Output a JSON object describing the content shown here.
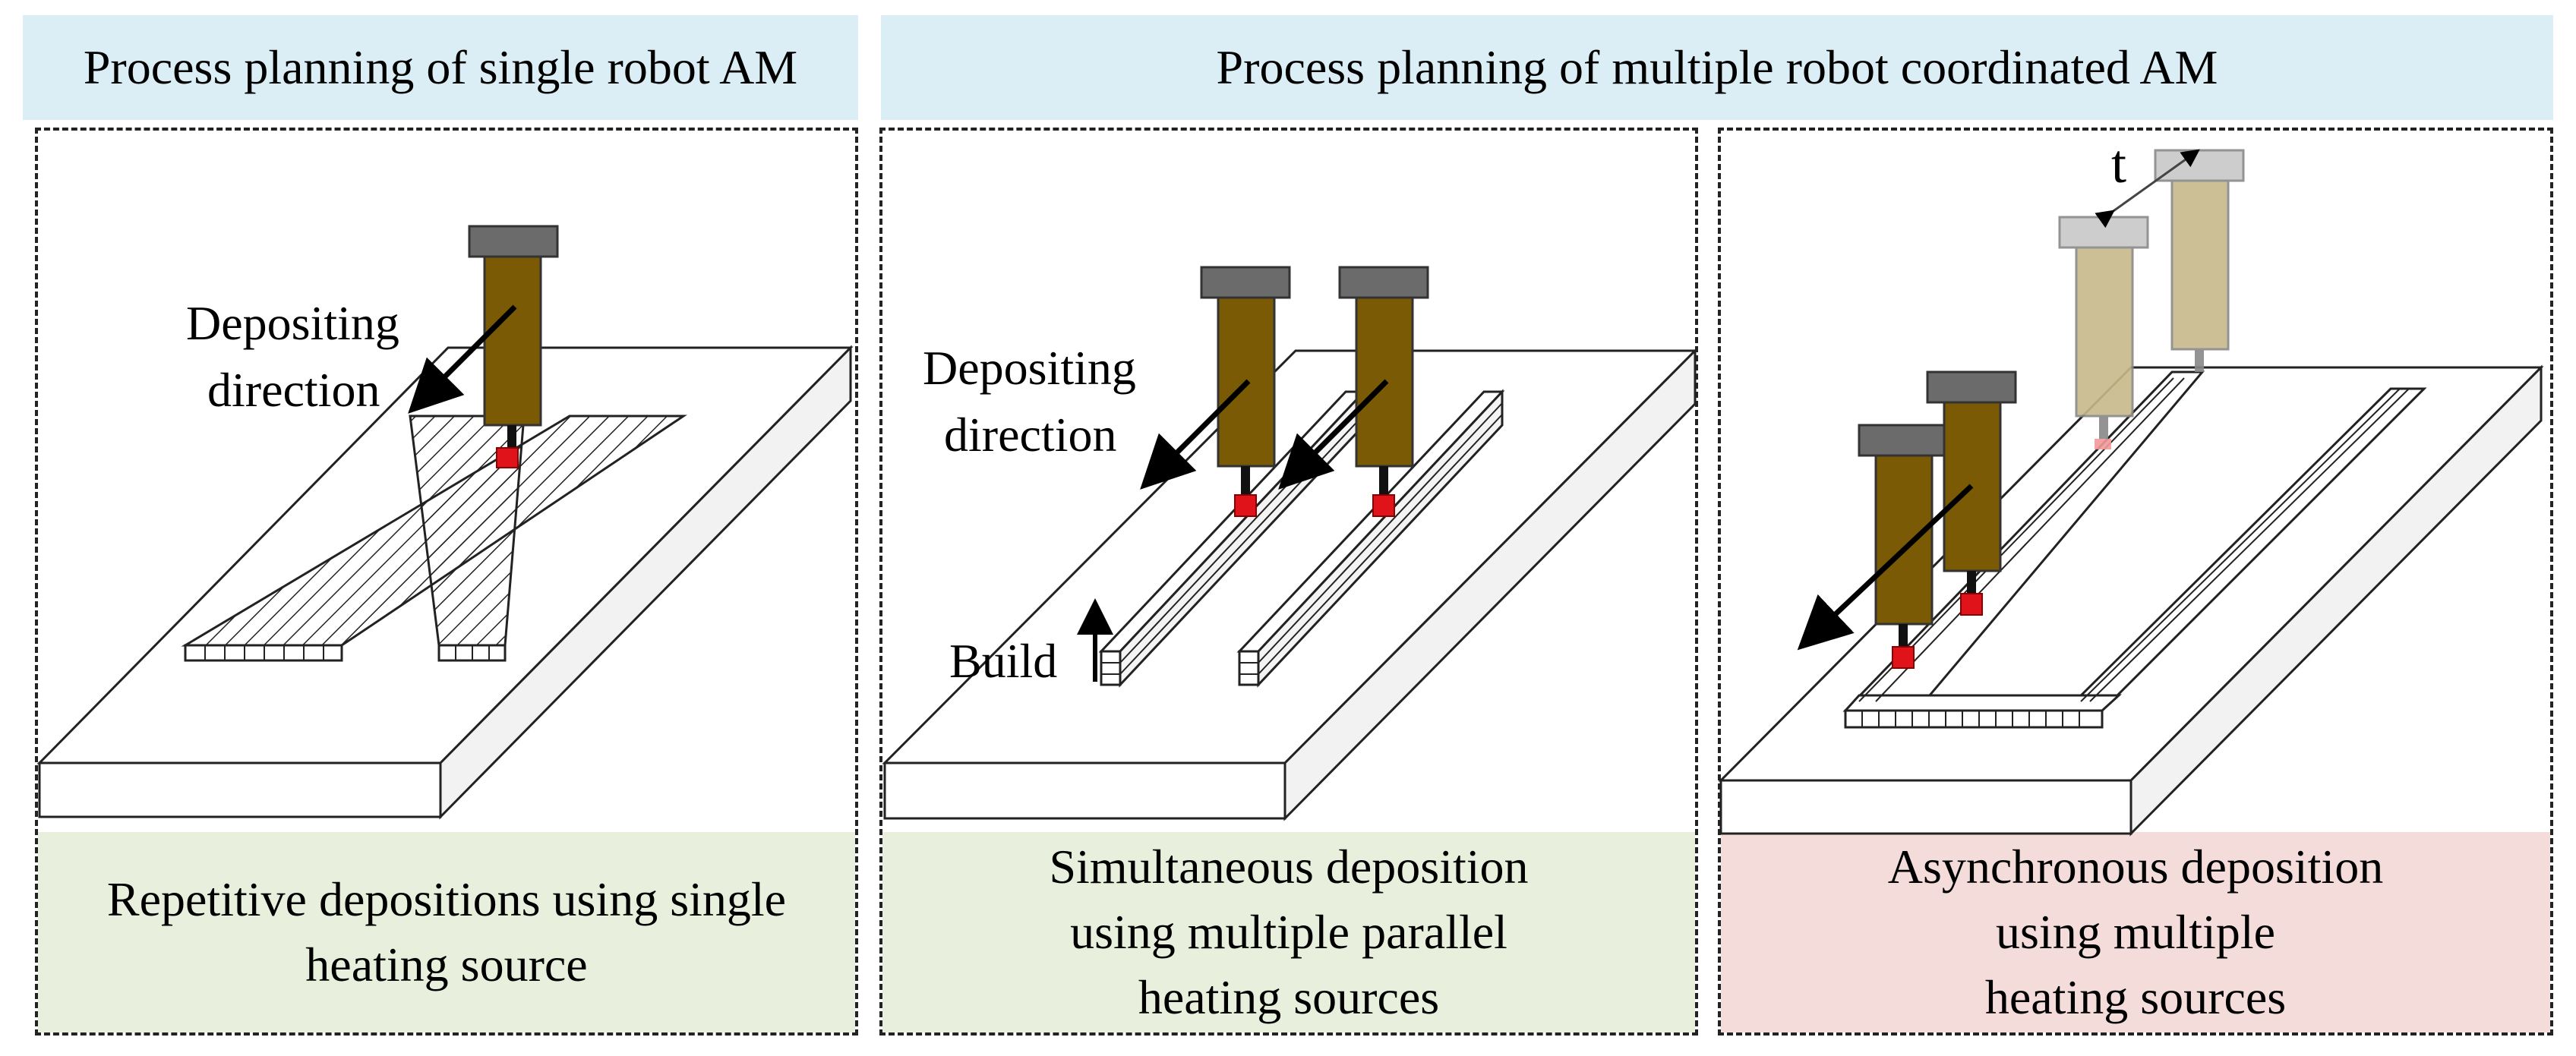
{
  "headers": {
    "single": "Process planning of single robot AM",
    "multiple": "Process planning of multiple robot coordinated AM"
  },
  "panel1": {
    "label_line1": "Depositing",
    "label_line2": "direction",
    "caption": [
      "Repetitive depositions using single",
      "heating source"
    ]
  },
  "panel2": {
    "label_line1": "Depositing",
    "label_line2": "direction",
    "build_label": "Build",
    "caption": [
      "Simultaneous deposition",
      "using multiple parallel",
      "heating sources"
    ]
  },
  "panel3": {
    "time_label": "t",
    "caption": [
      "Asynchronous deposition",
      "using multiple",
      "heating sources"
    ]
  },
  "colors": {
    "header_bg": "#dbeef5",
    "caption_green": "#e8f0dd",
    "caption_pink": "#f4dcdb",
    "nozzle_body": "#7a5a05",
    "nozzle_cap": "#6b6b6b",
    "ghost_body": "#c8b98a",
    "ghost_cap": "#c8c8c8",
    "melt_pool": "#e0131a"
  }
}
